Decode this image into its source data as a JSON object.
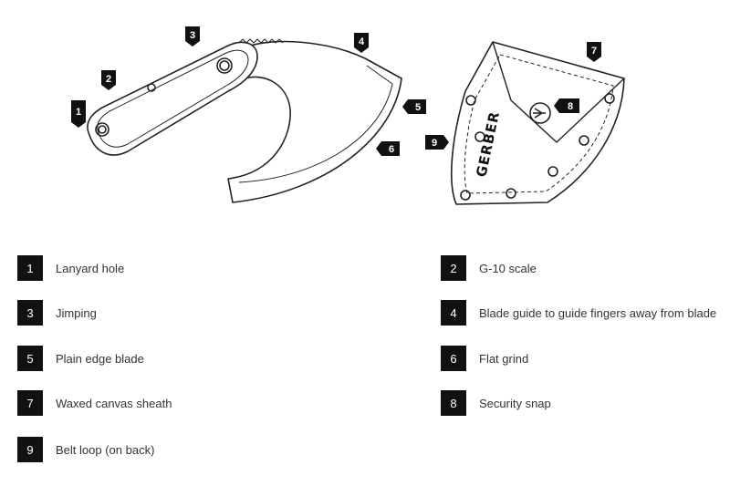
{
  "brand": {
    "logo_text": "GERBER"
  },
  "callouts": [
    "1",
    "2",
    "3",
    "4",
    "5",
    "6",
    "7",
    "8",
    "9"
  ],
  "legend": [
    {
      "number": "1",
      "label": "Lanyard hole"
    },
    {
      "number": "2",
      "label": "G-10 scale"
    },
    {
      "number": "3",
      "label": "Jimping"
    },
    {
      "number": "4",
      "label": "Blade guide to guide fingers away from blade"
    },
    {
      "number": "5",
      "label": "Plain edge blade"
    },
    {
      "number": "6",
      "label": "Flat grind"
    },
    {
      "number": "7",
      "label": "Waxed canvas sheath"
    },
    {
      "number": "8",
      "label": "Security snap"
    },
    {
      "number": "9",
      "label": "Belt loop (on back)"
    }
  ],
  "colors": {
    "callout_bg": "#111111",
    "line": "#222222",
    "background": "#ffffff"
  }
}
